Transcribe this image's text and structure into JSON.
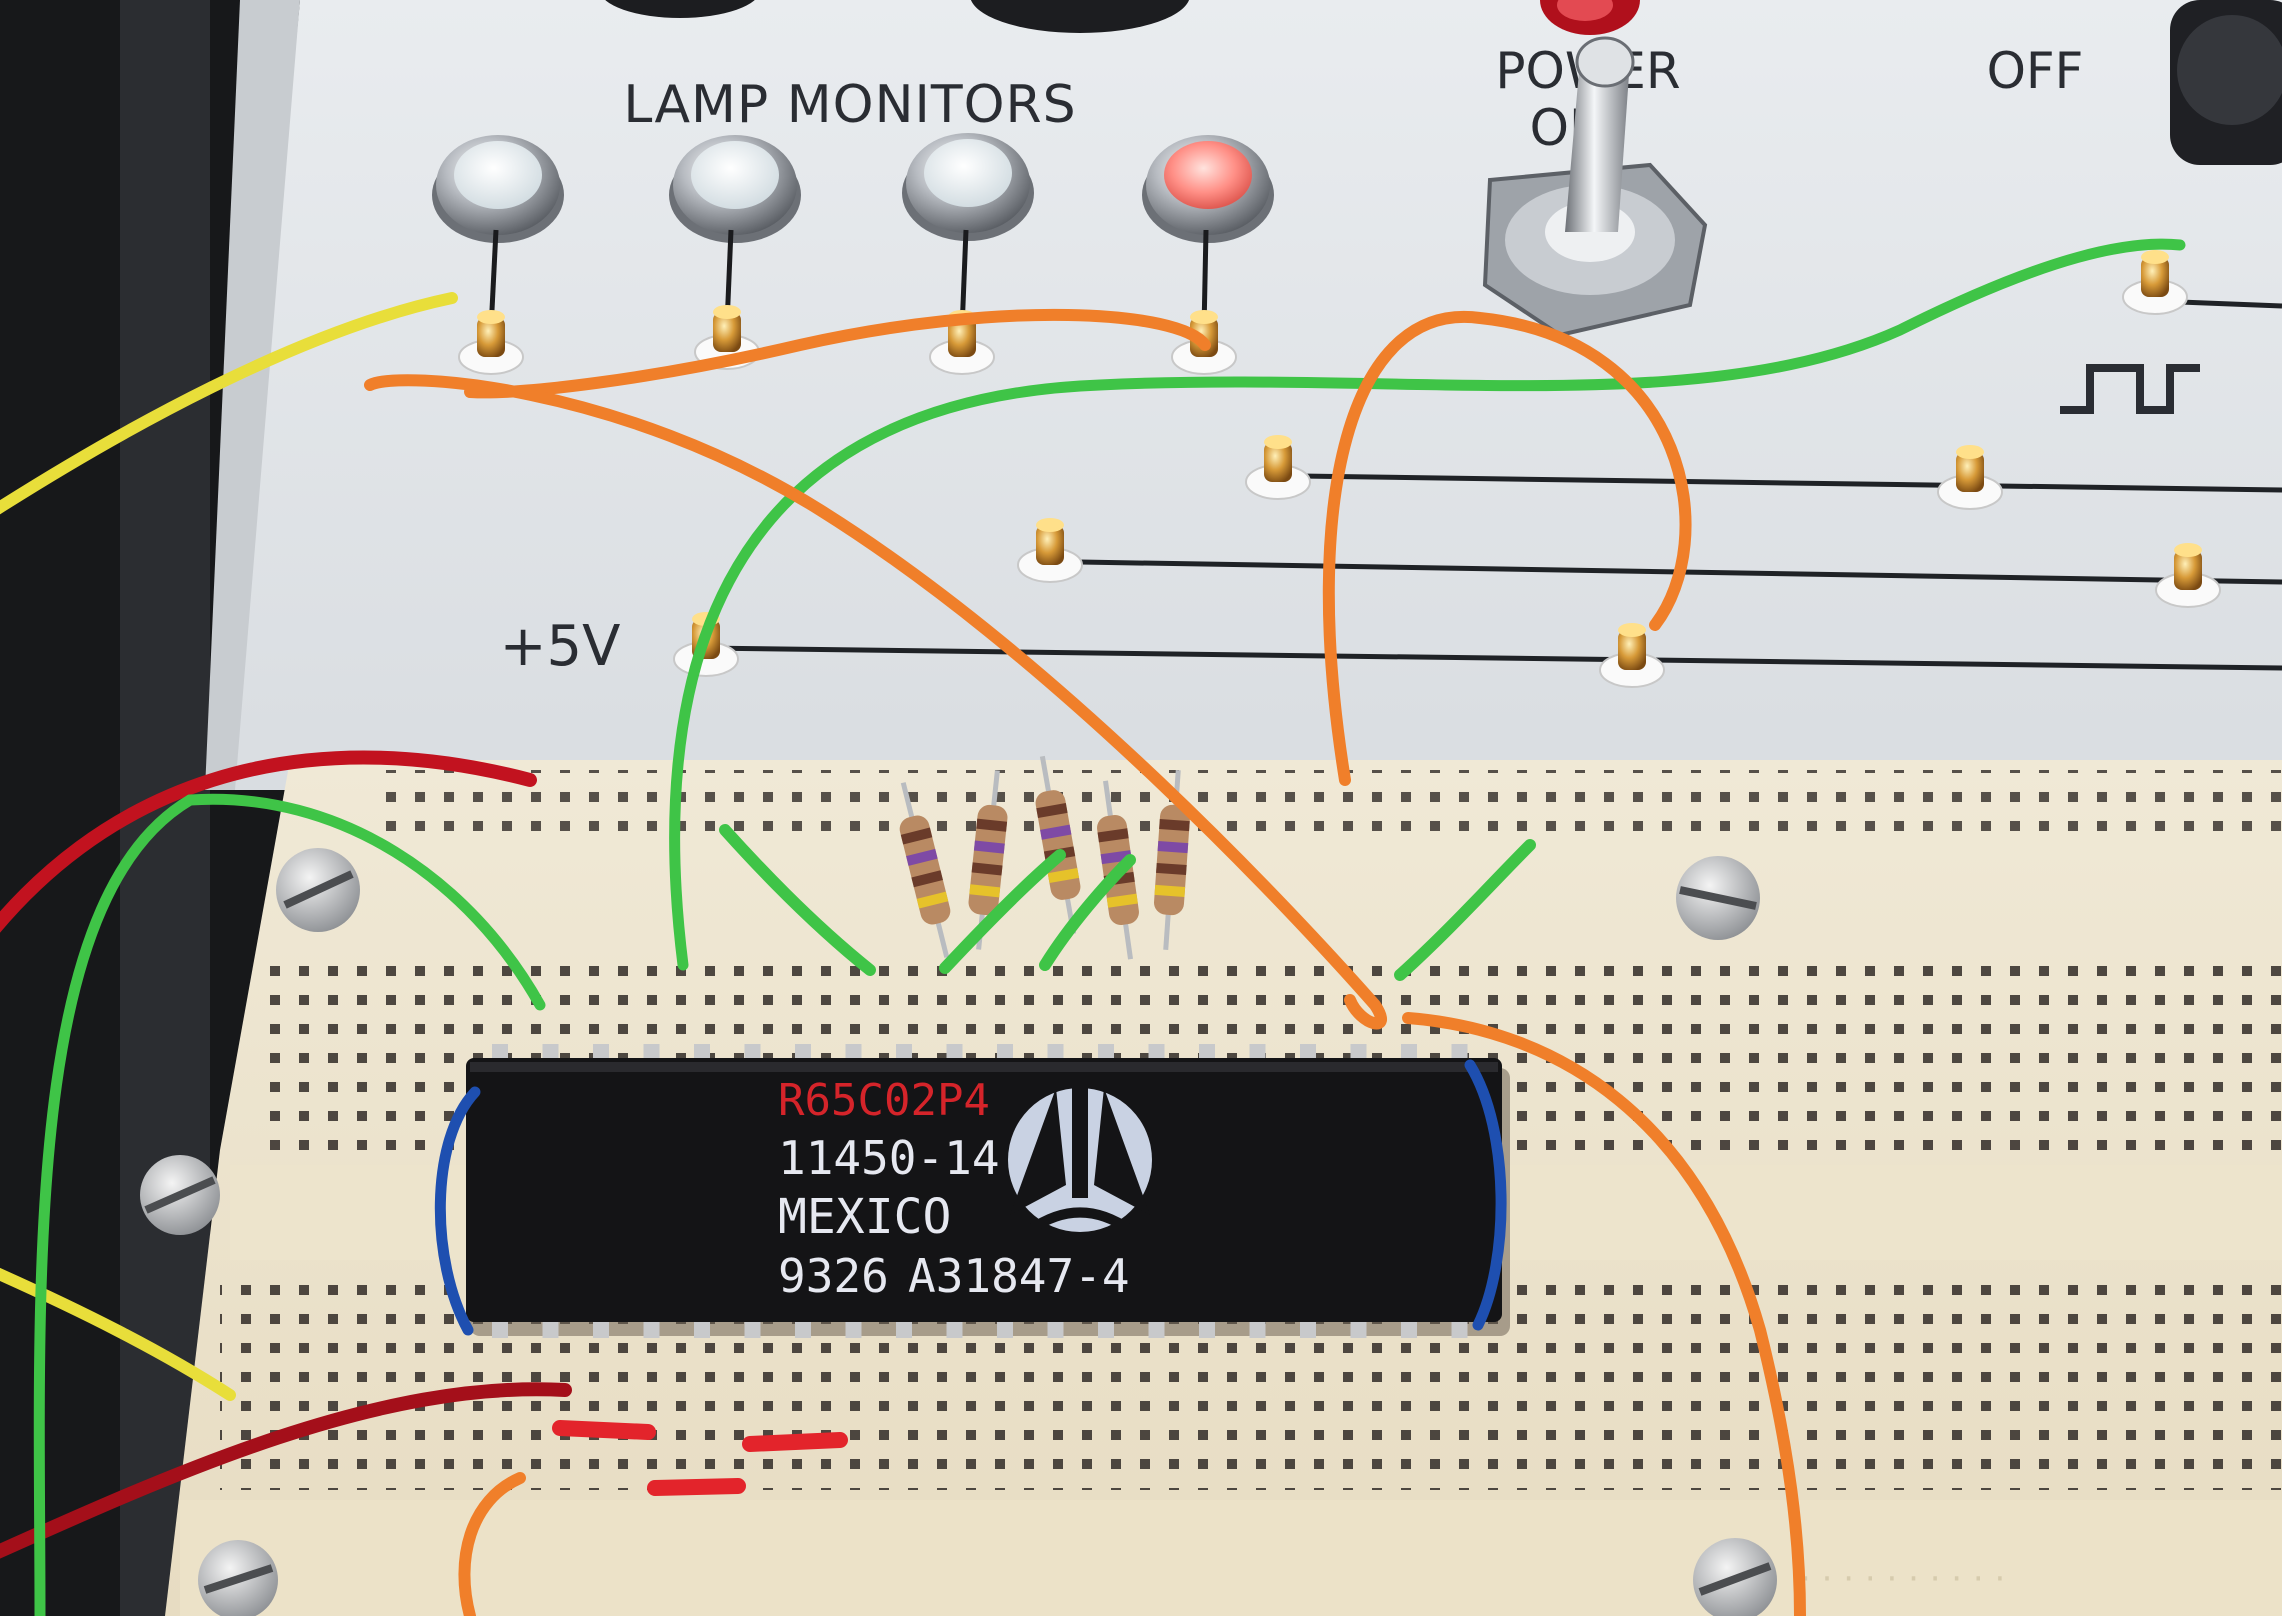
{
  "panel": {
    "lamp_label": "LAMP MONITORS",
    "power_label_top": "POWER",
    "power_label_bottom": "ON",
    "off_label": "OFF",
    "supply_label": "+5V"
  },
  "chip": {
    "part_number": "R65C02P4",
    "lot": "11450-14",
    "origin": "MEXICO",
    "date_code": "9326",
    "batch": "A31847-4"
  },
  "colors": {
    "panel": "#e4e7ea",
    "breadboard": "#efe7d2",
    "chip": "#141416",
    "chip_part_number": "#d5242a",
    "chip_text": "#e6e8f0",
    "lamp_off": "#eef3f6",
    "lamp_on": "#ff8f86",
    "wire_red": "#c2121f",
    "wire_green": "#3fc447",
    "wire_orange": "#f07f2a",
    "wire_yellow": "#e8de3a",
    "wire_blue": "#1e4fb0"
  },
  "lamps": [
    {
      "state": "off"
    },
    {
      "state": "off"
    },
    {
      "state": "off"
    },
    {
      "state": "on"
    }
  ]
}
